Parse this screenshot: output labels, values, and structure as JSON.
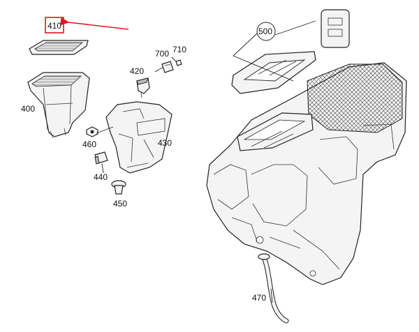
{
  "callouts": {
    "c410": "410",
    "c400": "400",
    "c420": "420",
    "c700": "700",
    "c710": "710",
    "c460": "460",
    "c430": "430",
    "c440": "440",
    "c450": "450",
    "c500": "500",
    "c470": "470"
  },
  "highlight": {
    "part": "410",
    "color": "#e0141e"
  }
}
